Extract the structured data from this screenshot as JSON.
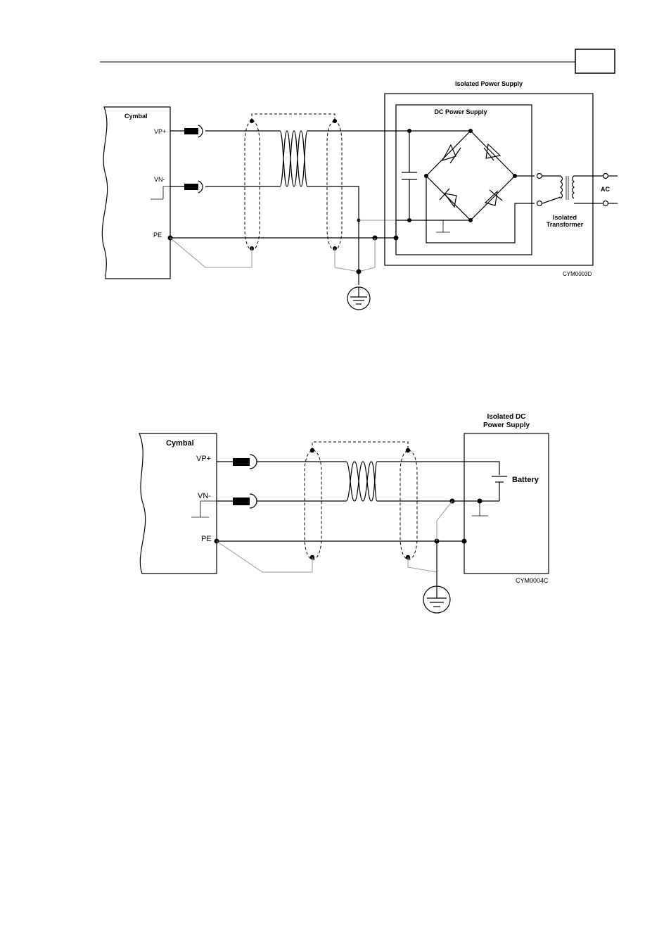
{
  "header": {
    "page_number_box": ""
  },
  "diagram1": {
    "title": "Isolated Power Supply",
    "inner_box_label": "DC Power Supply",
    "device_label": "Cymbal",
    "pins": [
      "VP+",
      "VN-",
      "PE"
    ],
    "ac_label": "AC",
    "transformer_label_1": "Isolated",
    "transformer_label_2": "Transformer",
    "figure_code": "CYM0003D"
  },
  "diagram2": {
    "title_1": "Isolated DC",
    "title_2": "Power Supply",
    "device_label": "Cymbal",
    "pins": [
      "VP+",
      "VN-",
      "PE"
    ],
    "battery_label": "Battery",
    "figure_code": "CYM0004C"
  }
}
